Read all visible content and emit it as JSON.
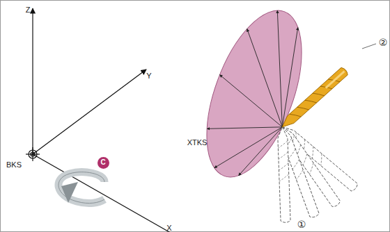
{
  "diagram": {
    "nodes": [
      {
        "text": [
          "C"
        ]
      }
    ],
    "labels": [
      "Z",
      "Y",
      "BKS",
      "X",
      "XTKS",
      "②",
      "①"
    ]
  }
}
